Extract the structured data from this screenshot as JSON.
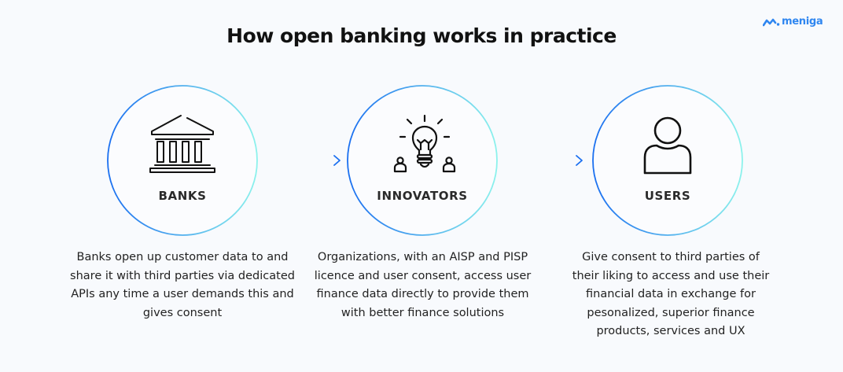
{
  "brand": {
    "name": "meniga",
    "color": "#2f86f0"
  },
  "title": "How open banking works in practice",
  "colors": {
    "gradient_start": "#1a6ff0",
    "gradient_end": "#8cf2ec",
    "icon_stroke": "#111111"
  },
  "nodes": [
    {
      "icon": "bank-icon",
      "label": "BANKS",
      "description": "Banks open up customer data to and share it with third parties via dedicated APIs any time a user demands this and gives consent"
    },
    {
      "icon": "lightbulb-people-icon",
      "label": "INNOVATORS",
      "description": "Organizations, with an AISP and PISP licence and user consent, access user finance data directly to provide them with better finance solutions"
    },
    {
      "icon": "user-icon",
      "label": "USERS",
      "description": "Give consent to third parties of their liking to access and use their financial data in exchange for pesonalized, superior finance products, services and UX"
    }
  ]
}
